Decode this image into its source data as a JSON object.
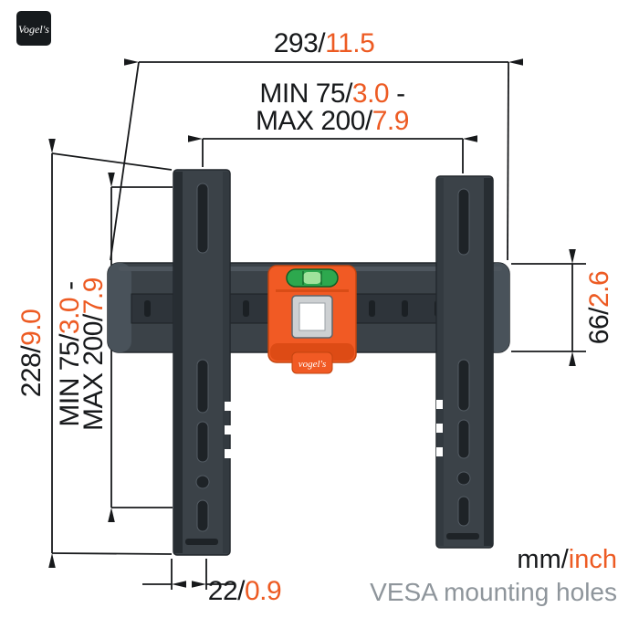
{
  "brand": {
    "logo_text": "Vogel's",
    "clamp_text": "vogel's"
  },
  "labels": {
    "overall_width": {
      "mm": "293/",
      "inch": "11.5"
    },
    "vesa_horizontal": {
      "line1_mm": "MIN 75/",
      "line1_inch": "3.0",
      "line1_tail": "-",
      "line2_mm": "MAX 200/",
      "line2_inch": "7.9"
    },
    "overall_height": {
      "mm": "228/",
      "inch": "9.0"
    },
    "vesa_vertical": {
      "line1_mm": "MIN 75/",
      "line1_inch": "3.0",
      "line1_tail": "-",
      "line2_mm": "MAX 200/",
      "line2_inch": "7.9"
    },
    "bracket_height": {
      "mm": "66/",
      "inch": "2.6"
    },
    "depth": {
      "mm": "22/",
      "inch": "0.9"
    }
  },
  "legend": {
    "units_mm": "mm/",
    "units_inch": "inch",
    "caption": "VESA mounting holes"
  },
  "colors": {
    "accent_orange": "#ED5B23",
    "bracket_dark": "#3B4248",
    "bracket_slot": "#1E2327",
    "level_green": "#2DA84E",
    "caption_gray": "#8E959B",
    "dim_line": "#17191b"
  }
}
